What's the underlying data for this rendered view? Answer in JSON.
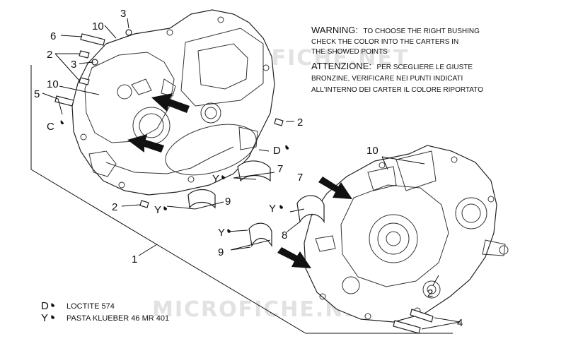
{
  "warning": {
    "en_heading": "WARNING:",
    "en_text_1": "TO CHOOSE THE RIGHT BUSHING",
    "en_text_2": "CHECK THE COLOR INTO THE CARTERS IN",
    "en_text_3": "THE SHOWED POINTS",
    "it_heading": "ATTENZIONE:",
    "it_text_1": "PER SCEGLIERE LE GIUSTE",
    "it_text_2": "BRONZINE, VERIFICARE NEI PUNTI INDICATI",
    "it_text_3": "ALL'INTERNO DEI CARTER IL COLORE RIPORTATO"
  },
  "legend": {
    "d_symbol": "D",
    "d_text": "LOCTITE 574",
    "y_symbol": "Y",
    "y_text": "PASTA KLUEBER 46 MR 401"
  },
  "watermark": "MICROFICHE.NET",
  "callouts": {
    "n1": "1",
    "n2a": "2",
    "n2b": "2",
    "n2c": "2",
    "n2d": "2",
    "n3a": "3",
    "n3b": "3",
    "n4": "4",
    "n5": "5",
    "n6": "6",
    "n7a": "7",
    "n7b": "7",
    "n8": "8",
    "n9a": "9",
    "n9b": "9",
    "n10a": "10",
    "n10b": "10",
    "n10c": "10",
    "c": "C",
    "d": "D",
    "y1": "Y",
    "y2": "Y",
    "y3": "Y",
    "y4": "Y"
  }
}
